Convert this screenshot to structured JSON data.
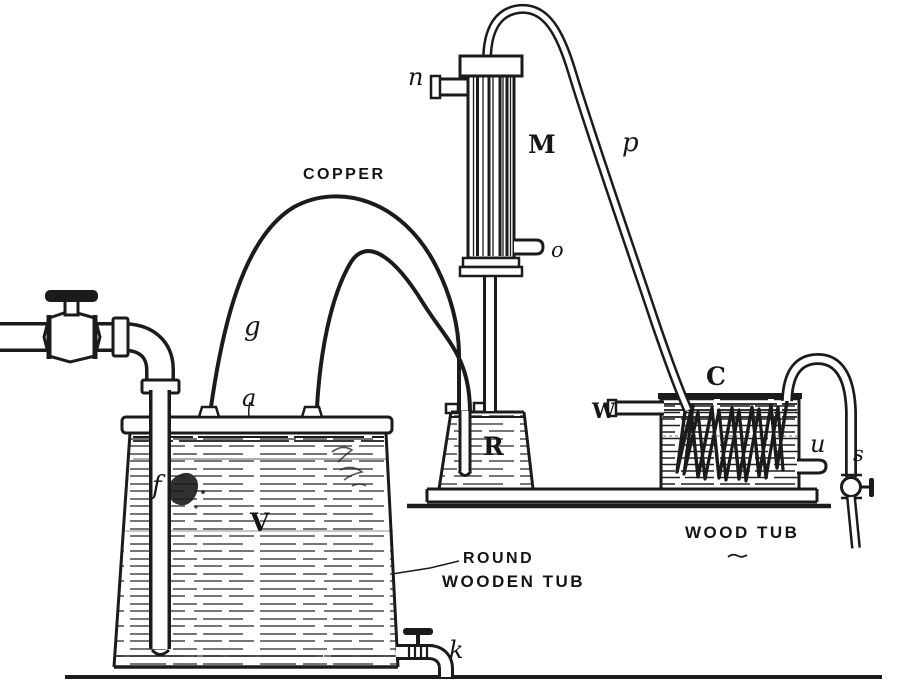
{
  "figure": {
    "colors": {
      "ink": "#1b1b1b",
      "paper": "#ffffff"
    },
    "labels": {
      "copper": "COPPER",
      "g": "g",
      "a": "a",
      "f": "f",
      "v": "V",
      "n": "n",
      "m": "M",
      "o": "o",
      "p": "p",
      "r": "R",
      "w": "W",
      "c": "C",
      "u": "u",
      "s": "s",
      "k": "k",
      "wood_tub": "WOOD TUB",
      "round_line1": "ROUND",
      "round_line2": "WOODEN TUB"
    }
  }
}
